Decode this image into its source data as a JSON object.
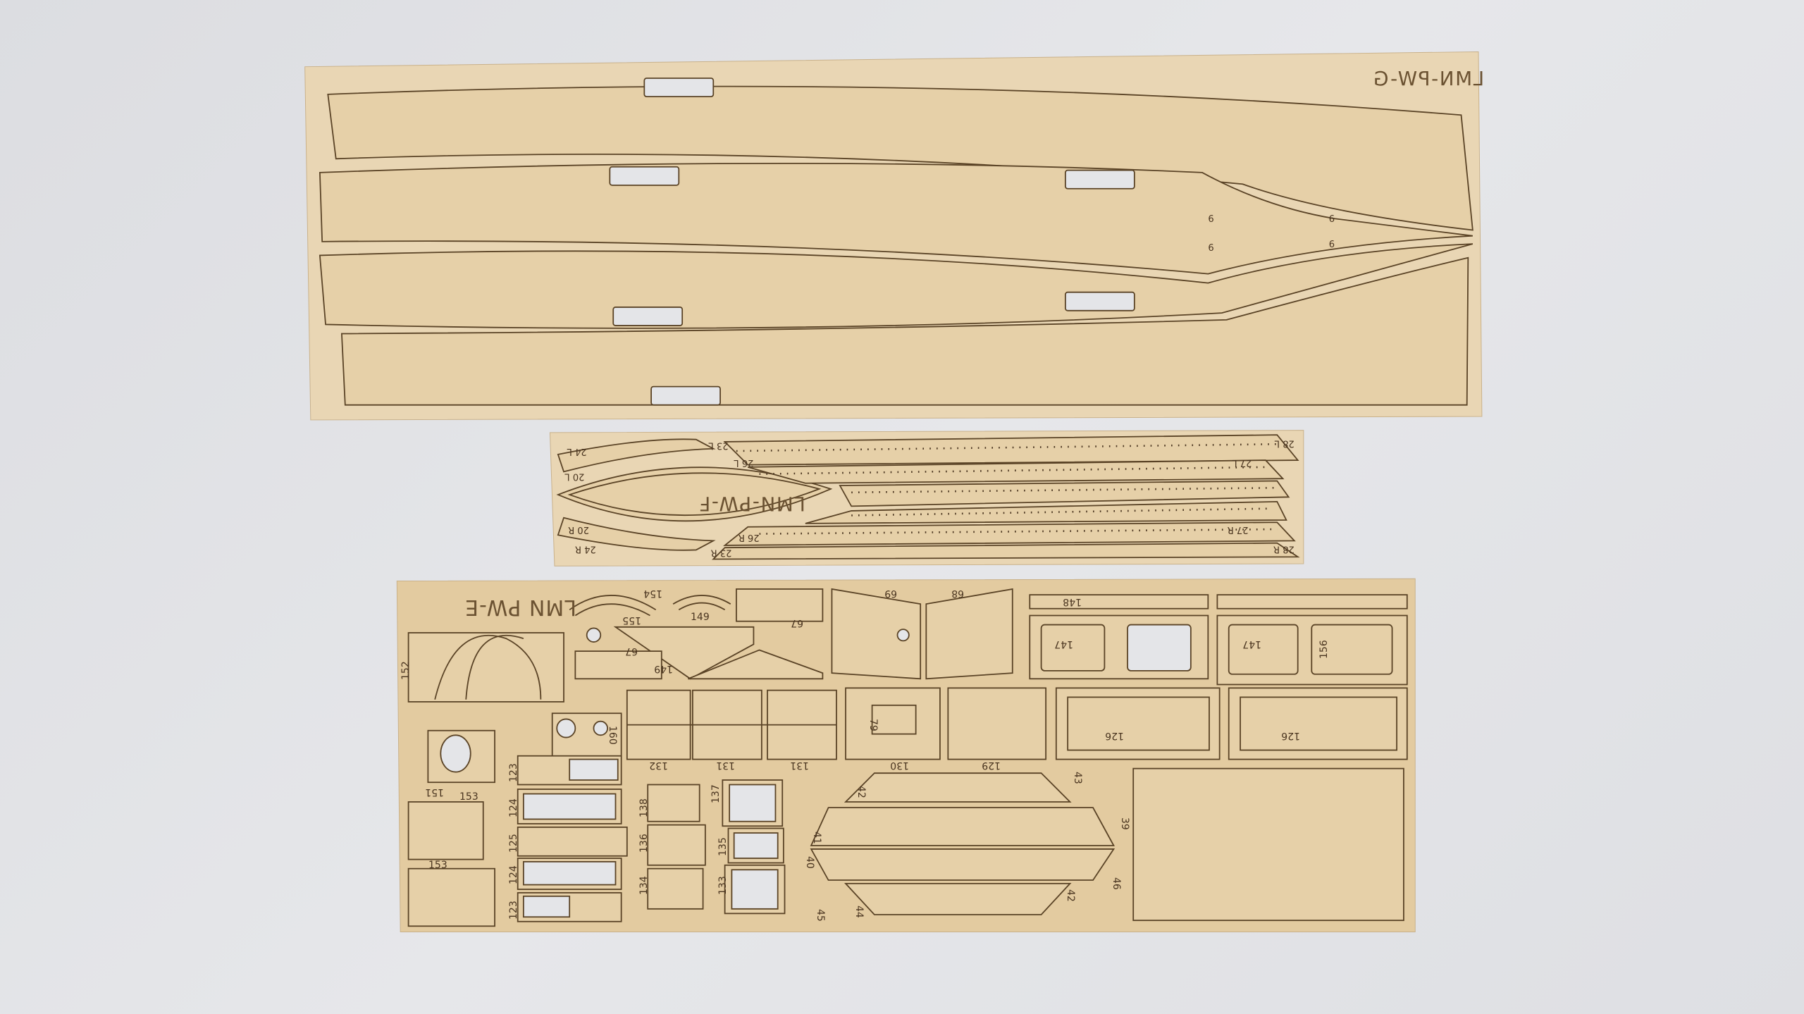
{
  "sheets": {
    "g": {
      "label": "LMN-PW-G",
      "part_labels": [
        "6",
        "6",
        "6",
        "6"
      ]
    },
    "f": {
      "label": "LMN-PW-F",
      "part_labels": [
        "24 L",
        "23 L",
        "26 L",
        "27 L",
        "28 L",
        "24 R",
        "23 R",
        "26 R",
        "27 R",
        "28 R",
        "20 L",
        "20 R"
      ]
    },
    "e": {
      "label": "LMN PW-E",
      "part_labels": [
        "155",
        "154",
        "149",
        "67",
        "69",
        "68",
        "148",
        "147",
        "147",
        "156",
        "152",
        "67",
        "149",
        "160",
        "79",
        "126",
        "126",
        "123",
        "124",
        "125",
        "124",
        "123",
        "151",
        "153",
        "153",
        "132",
        "131",
        "131",
        "130",
        "129",
        "138",
        "137",
        "136",
        "135",
        "134",
        "133",
        "42",
        "41",
        "40",
        "39",
        "43",
        "42",
        "46",
        "44",
        "45"
      ]
    }
  },
  "colors": {
    "background": "#e2e3e6",
    "wood": "#e9d6b4",
    "cut_line": "#5a4326"
  }
}
